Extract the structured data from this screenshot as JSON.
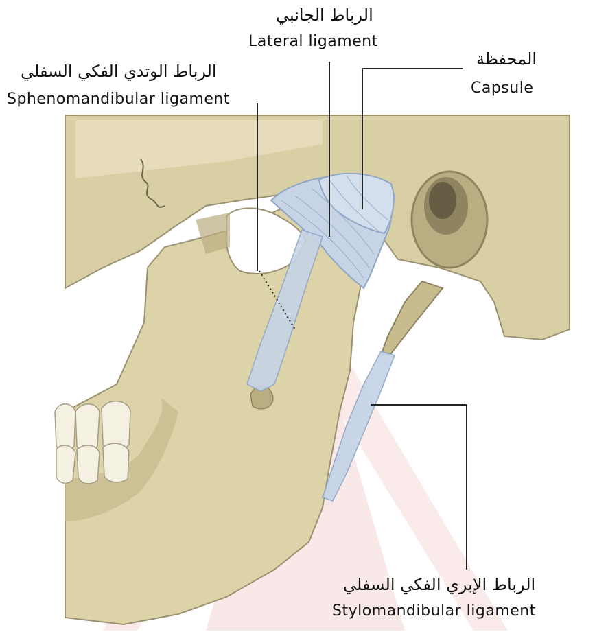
{
  "colors": {
    "bone": "#d9cfa4",
    "bone_light": "#e8dfbe",
    "bone_shadow": "#b9ad82",
    "bone_dark": "#8e8460",
    "ligament": "#c6d4e6",
    "ligament_stroke": "#8fa6c6",
    "tooth": "#f4f0e2",
    "watermark": "#f6dcdc",
    "leader": "#222222"
  },
  "labels": {
    "lateral": {
      "ar": "الرباط الجانبي",
      "en": "Lateral ligament"
    },
    "capsule": {
      "ar": "المحفظة",
      "en": "Capsule"
    },
    "spheno": {
      "ar": "الرباط الوتدي الفكي السفلي",
      "en": "Sphenomandibular ligament"
    },
    "stylo": {
      "ar": "الرباط الإبري الفكي السفلي",
      "en": "Stylomandibular ligament"
    }
  }
}
